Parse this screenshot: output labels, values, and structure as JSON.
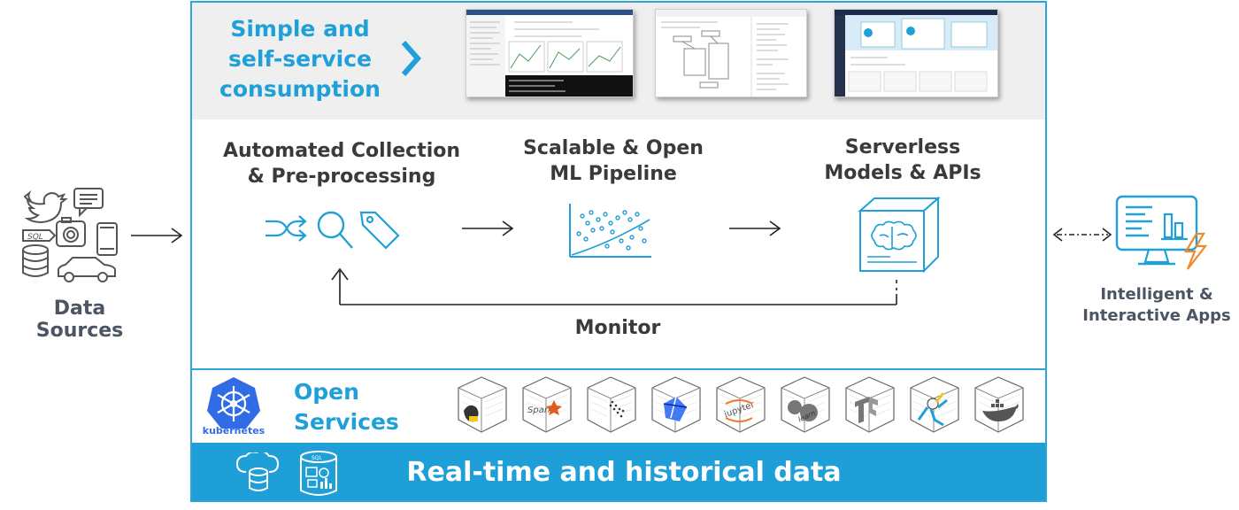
{
  "left": {
    "label": "Data Sources"
  },
  "right": {
    "label_line1": "Intelligent &",
    "label_line2": "Interactive Apps"
  },
  "top_band": {
    "line1": "Simple and",
    "line2": "self-service",
    "line3": "consumption"
  },
  "stages": [
    {
      "line1": "Automated Collection",
      "line2": "& Pre-processing"
    },
    {
      "line1": "Scalable & Open",
      "line2": "ML Pipeline"
    },
    {
      "line1": "Serverless",
      "line2": "Models & APIs"
    }
  ],
  "monitor": {
    "label": "Monitor"
  },
  "services": {
    "kubernetes_label": "kubernetes",
    "line1": "Open",
    "line2": "Services",
    "cube_icons": [
      "hive-icon",
      "spark-icon",
      "dask-icon",
      "kubeflow-icon",
      "jupyter-icon",
      "scikit-learn-icon",
      "tensorflow-icon",
      "astronaut-icon",
      "docker-icon"
    ]
  },
  "bottom_band": {
    "label": "Real-time and historical data"
  },
  "colors": {
    "accent": "#1fa0d8",
    "border": "#2ba6d6",
    "text": "#3a3a3a",
    "band": "#efefef"
  }
}
